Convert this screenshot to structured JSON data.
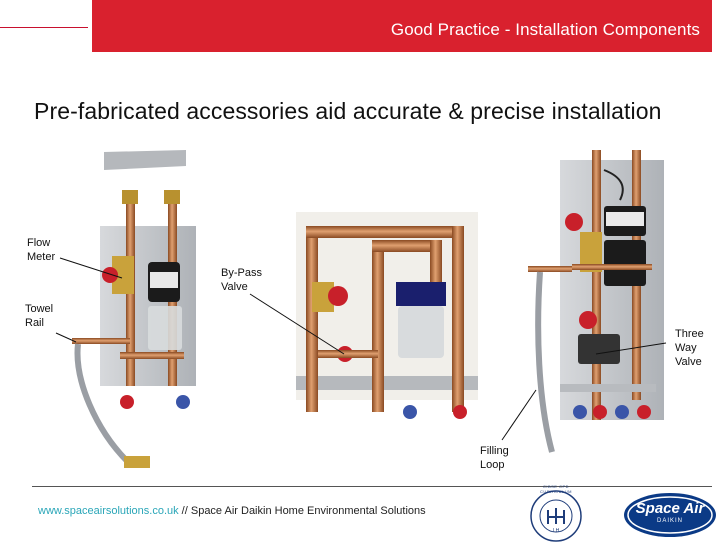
{
  "header": {
    "title": "Good Practice - Installation Components"
  },
  "subtitle": "Pre-fabricated accessories aid accurate & precise installation",
  "callouts": {
    "flow_meter": [
      "Flow",
      "Meter"
    ],
    "towel_rail": [
      "Towel",
      "Rail"
    ],
    "bypass_valve": [
      "By-Pass",
      "Valve"
    ],
    "three_way_valve": [
      "Three",
      "Way",
      "Valve"
    ],
    "filling_loop": [
      "Filling",
      "Loop"
    ]
  },
  "footer": {
    "link": "www.spaceairsolutions.co.uk",
    "separator": " // ",
    "text": "Space Air Daikin Home Environmental Solutions"
  },
  "logos": {
    "cibse_ring": "CIBSE CPD CURRICULUM",
    "cibse_mark": "LH",
    "brand_main": "Space Air",
    "brand_sub": "DAIKIN"
  },
  "colors": {
    "header_red": "#d9212e",
    "link_teal": "#2aa6b8",
    "brand_navy": "#0b3a86",
    "copper": "#c37a45"
  }
}
